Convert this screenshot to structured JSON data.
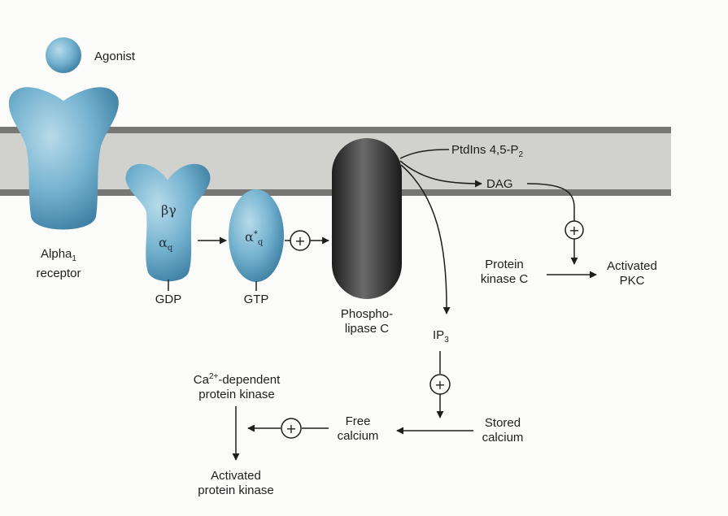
{
  "colors": {
    "background": "#fbfbf9",
    "membrane": "#d1d1cd",
    "membrane_edge": "#777775",
    "protein_blue": "#74b2cf",
    "protein_dark": "#3e7fa3",
    "phospholipase": "#3a3a3a",
    "line": "#1e1e1e"
  },
  "labels": {
    "agonist": "Agonist",
    "receptor_line1": "Alpha",
    "receptor_sub": "1",
    "receptor_line2": "receptor",
    "beta_gamma": "βγ",
    "alpha_q": "α",
    "alpha_q_sub": "q",
    "alpha_active": "α",
    "alpha_active_sup": "*",
    "alpha_active_sub": "q",
    "gdp": "GDP",
    "gtp": "GTP",
    "plc_line1": "Phospho-",
    "plc_line2": "lipase C",
    "ptdins": "PtdIns 4,5-P",
    "ptdins_sub": "2",
    "dag": "DAG",
    "ip3": "IP",
    "ip3_sub": "3",
    "pkc_line1": "Protein",
    "pkc_line2": "kinase C",
    "activated_pkc_line1": "Activated",
    "activated_pkc_line2": "PKC",
    "stored_line1": "Stored",
    "stored_line2": "calcium",
    "free_line1": "Free",
    "free_line2": "calcium",
    "ca_kinase_prefix": "Ca",
    "ca_kinase_sup": "2+",
    "ca_kinase_line1_rest": "-dependent",
    "ca_kinase_line2": "protein kinase",
    "activated_kinase_line1": "Activated",
    "activated_kinase_line2": "protein kinase",
    "plus": "+"
  },
  "icons": [
    "plus-circle-icon",
    "arrow-icon"
  ]
}
